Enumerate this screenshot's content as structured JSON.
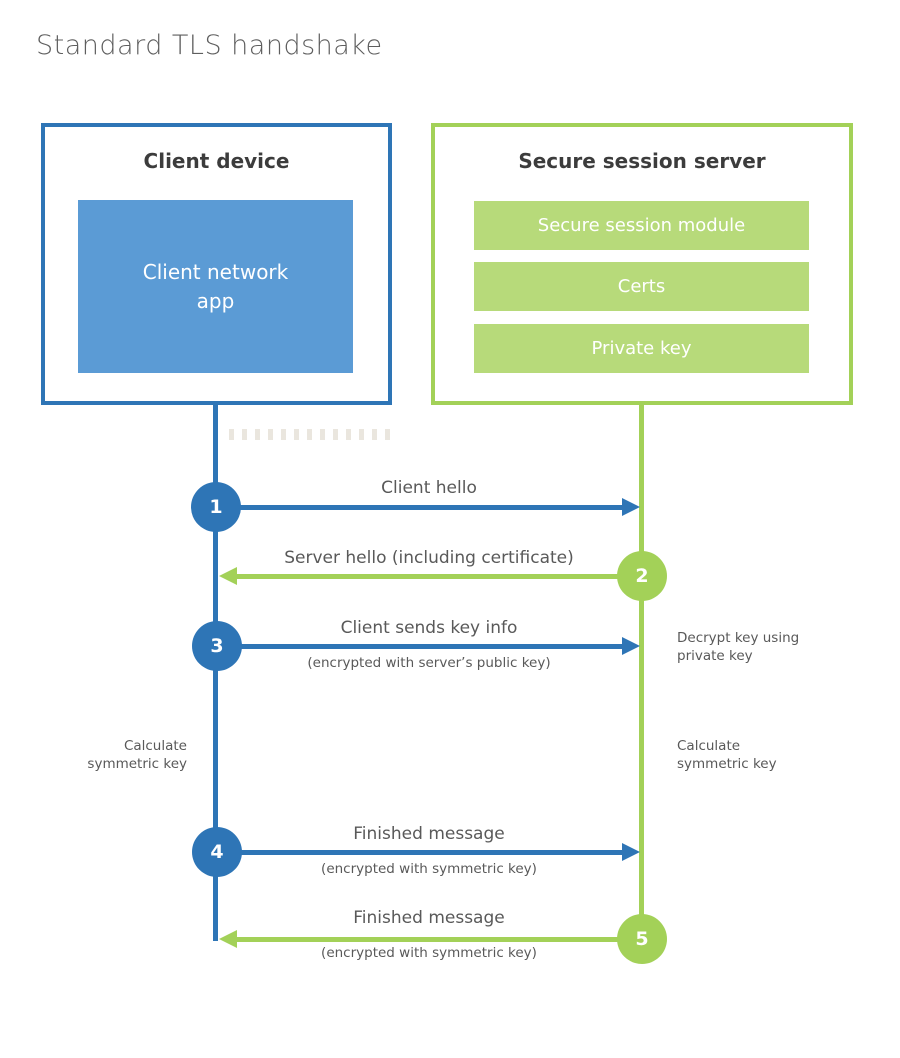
{
  "title": "Standard TLS handshake",
  "colors": {
    "blue_accent": "#2e75b6",
    "blue_fill": "#5b9bd5",
    "green_accent": "#a3d158",
    "green_fill": "#b7da7a",
    "heading_text": "#3c3c3c",
    "label_text": "#595959"
  },
  "client_box": {
    "title": "Client device",
    "app_label": "Client network\napp"
  },
  "server_box": {
    "title": "Secure session server",
    "modules": [
      "Secure session module",
      "Certs",
      "Private key"
    ]
  },
  "steps": [
    {
      "num": "1",
      "label": "Client hello",
      "sublabel": "",
      "direction": "right",
      "from": "client"
    },
    {
      "num": "2",
      "label": "Server hello (including certificate)",
      "sublabel": "",
      "direction": "left",
      "from": "server"
    },
    {
      "num": "3",
      "label": "Client sends key info",
      "sublabel": "(encrypted with server’s public key)",
      "direction": "right",
      "from": "client"
    },
    {
      "num": "4",
      "label": "Finished message",
      "sublabel": "(encrypted with symmetric key)",
      "direction": "right",
      "from": "client"
    },
    {
      "num": "5",
      "label": "Finished message",
      "sublabel": "(encrypted with symmetric key)",
      "direction": "left",
      "from": "server"
    }
  ],
  "notes": {
    "decrypt": "Decrypt key using\nprivate key",
    "calc_left": "Calculate\nsymmetric key",
    "calc_right": "Calculate\nsymmetric key"
  }
}
